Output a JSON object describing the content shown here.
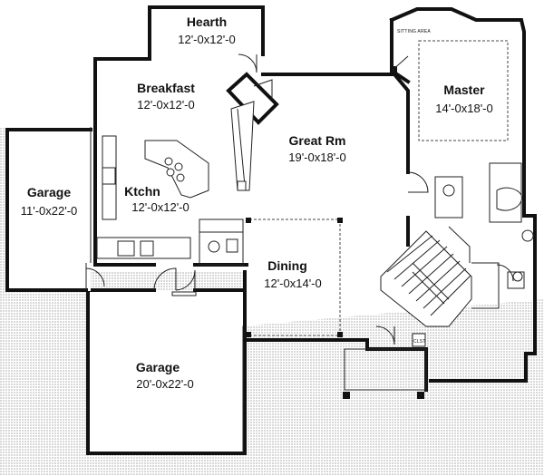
{
  "rooms": {
    "hearth": {
      "name": "Hearth",
      "dims": "12'-0x12'-0"
    },
    "breakfast": {
      "name": "Breakfast",
      "dims": "12'-0x12'-0"
    },
    "great_rm": {
      "name": "Great Rm",
      "dims": "19'-0x18'-0"
    },
    "master": {
      "name": "Master",
      "dims": "14'-0x18'-0"
    },
    "garage_side": {
      "name": "Garage",
      "dims": "11'-0x22'-0"
    },
    "kitchen": {
      "name": "Ktchn",
      "dims": "12'-0x12'-0"
    },
    "dining": {
      "name": "Dining",
      "dims": "12'-0x14'-0"
    },
    "garage_main": {
      "name": "Garage",
      "dims": "20'-0x22'-0"
    }
  },
  "labels": {
    "sitting_area": "SITTING AREA",
    "closet": "CLST"
  }
}
